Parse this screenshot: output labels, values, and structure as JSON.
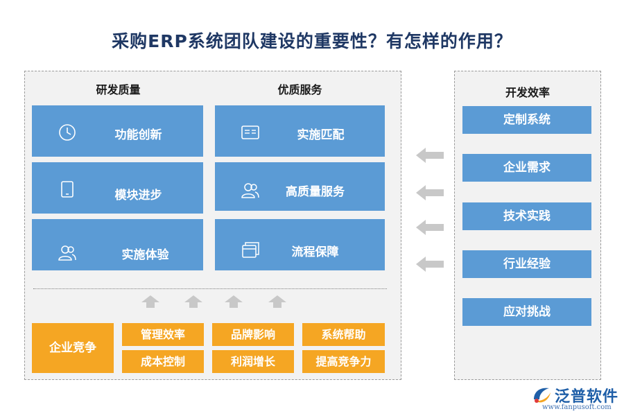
{
  "title": "采购ERP系统团队建设的重要性？有怎样的作用？",
  "left_panel": {
    "columns": [
      {
        "heading": "研发质量",
        "items": [
          {
            "label": "功能创新",
            "icon": "clock-icon"
          },
          {
            "label": "模块进步",
            "icon": "tablet-icon"
          },
          {
            "label": "实施体验",
            "icon": "users-icon"
          }
        ]
      },
      {
        "heading": "优质服务",
        "items": [
          {
            "label": "实施匹配",
            "icon": "id-card-icon"
          },
          {
            "label": "高质量服务",
            "icon": "users-icon"
          },
          {
            "label": "流程保障",
            "icon": "windows-icon"
          }
        ]
      }
    ],
    "base": {
      "main": "企业竞争",
      "items": [
        "管理效率",
        "品牌影响",
        "系统帮助",
        "成本控制",
        "利润增长",
        "提高竞争力"
      ]
    }
  },
  "right_panel": {
    "heading": "开发效率",
    "items": [
      "定制系统",
      "企业需求",
      "技术实践",
      "行业经验",
      "应对挑战"
    ]
  },
  "footer": {
    "logo_text": "泛普软件",
    "url": "www.fanpusoft.com"
  },
  "colors": {
    "title": "#1f3864",
    "card_blue": "#5b9bd5",
    "card_orange": "#f5a623",
    "panel_bg": "#f2f2f2",
    "arrow_gray": "#c8c8c8"
  }
}
